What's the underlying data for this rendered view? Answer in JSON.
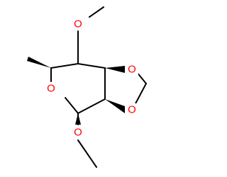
{
  "molecule": {
    "atom_color_oxygen": "#ff0000",
    "bond_color": "#000000",
    "background": "#ffffff",
    "atoms": {
      "o_methoxy_top": "O",
      "o_ring": "O",
      "o_dioxole_upper": "O",
      "o_dioxole_lower": "O",
      "o_methoxy_bottom": "O"
    }
  }
}
